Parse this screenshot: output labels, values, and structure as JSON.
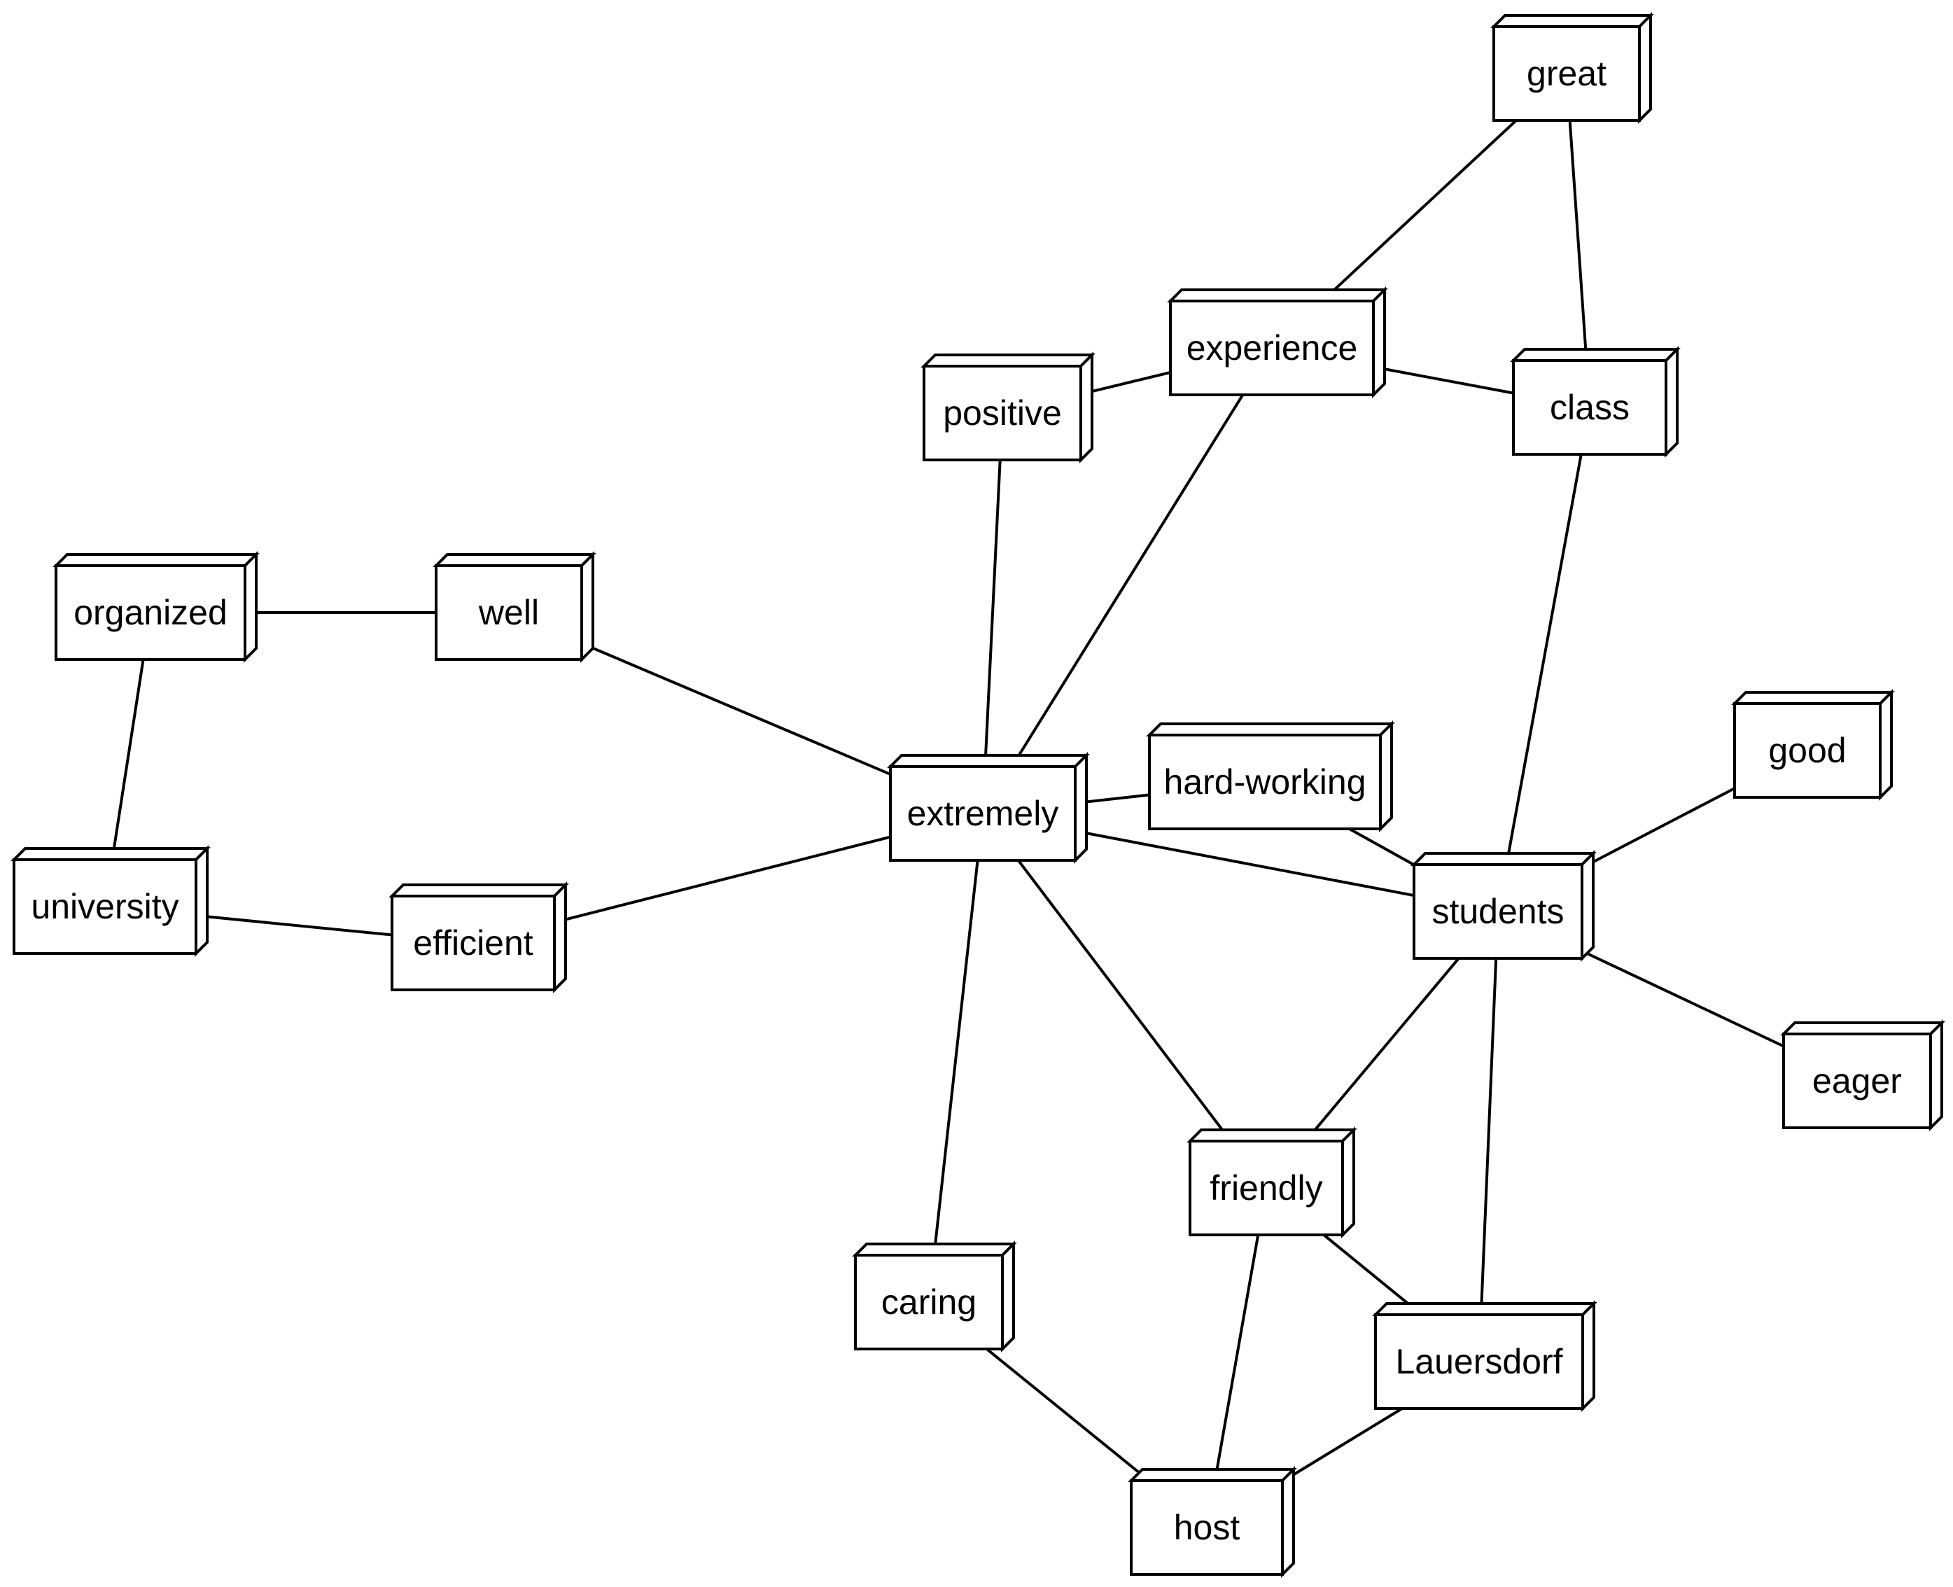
{
  "diagram": {
    "nodes": [
      {
        "id": "great",
        "label": "great"
      },
      {
        "id": "experience",
        "label": "experience"
      },
      {
        "id": "class",
        "label": "class"
      },
      {
        "id": "positive",
        "label": "positive"
      },
      {
        "id": "organized",
        "label": "organized"
      },
      {
        "id": "well",
        "label": "well"
      },
      {
        "id": "extremely",
        "label": "extremely"
      },
      {
        "id": "hard-working",
        "label": "hard-working"
      },
      {
        "id": "good",
        "label": "good"
      },
      {
        "id": "university",
        "label": "university"
      },
      {
        "id": "efficient",
        "label": "efficient"
      },
      {
        "id": "students",
        "label": "students"
      },
      {
        "id": "eager",
        "label": "eager"
      },
      {
        "id": "friendly",
        "label": "friendly"
      },
      {
        "id": "caring",
        "label": "caring"
      },
      {
        "id": "Lauersdorf",
        "label": "Lauersdorf"
      },
      {
        "id": "host",
        "label": "host"
      }
    ],
    "edges": [
      [
        "great",
        "experience"
      ],
      [
        "great",
        "class"
      ],
      [
        "positive",
        "experience"
      ],
      [
        "experience",
        "class"
      ],
      [
        "experience",
        "extremely"
      ],
      [
        "positive",
        "extremely"
      ],
      [
        "class",
        "students"
      ],
      [
        "organized",
        "well"
      ],
      [
        "organized",
        "university"
      ],
      [
        "well",
        "extremely"
      ],
      [
        "university",
        "efficient"
      ],
      [
        "efficient",
        "extremely"
      ],
      [
        "extremely",
        "hard-working"
      ],
      [
        "extremely",
        "students"
      ],
      [
        "extremely",
        "friendly"
      ],
      [
        "extremely",
        "caring"
      ],
      [
        "hard-working",
        "students"
      ],
      [
        "students",
        "good"
      ],
      [
        "students",
        "eager"
      ],
      [
        "students",
        "friendly"
      ],
      [
        "students",
        "Lauersdorf"
      ],
      [
        "friendly",
        "Lauersdorf"
      ],
      [
        "friendly",
        "host"
      ],
      [
        "caring",
        "host"
      ],
      [
        "Lauersdorf",
        "host"
      ]
    ]
  }
}
